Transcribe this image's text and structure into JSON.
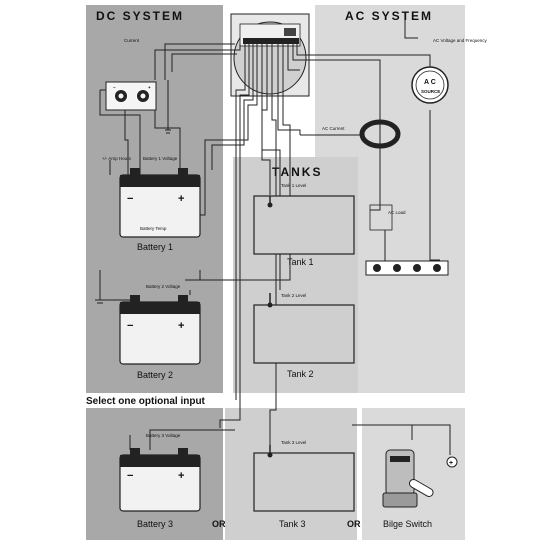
{
  "panels": {
    "dc_title": "DC SYSTEM",
    "ac_title": "AC SYSTEM",
    "tanks_title": "TANKS"
  },
  "monitor": {
    "current_label": "Current"
  },
  "dc": {
    "battery1_voltage_label": "Battery 1 Voltage",
    "amp_hours_label": "+/- Amp Hours",
    "battery_temp_label": "Battery Temp",
    "battery1_caption": "Battery 1",
    "battery2_voltage_label": "Battery 2 Voltage",
    "battery2_caption": "Battery 2",
    "battery3_voltage_label": "Battery 3 Voltage",
    "battery3_caption": "Battery 3"
  },
  "ac": {
    "voltage_frequency_label": "AC Voltage and Frequency",
    "source_top": "A C",
    "source_bottom": "SOURCE",
    "ac_current_label": "AC Current",
    "ac_load_label": "AC Load"
  },
  "tanks": {
    "tank1_level_label": "Tank 1 Level",
    "tank1_caption": "Tank 1",
    "tank2_level_label": "Tank 2 Level",
    "tank2_caption": "Tank 2",
    "tank3_level_label": "Tank 3 Level",
    "tank3_caption": "Tank 3"
  },
  "optional": {
    "heading": "Select one optional input",
    "or_1": "OR",
    "or_2": "OR",
    "bilge_caption": "Bilge Switch"
  },
  "colors": {
    "dark_panel": "#a8a8a8",
    "light_panel": "#dadada",
    "tanks_panel": "#cfcfcf",
    "line": "#222222"
  }
}
